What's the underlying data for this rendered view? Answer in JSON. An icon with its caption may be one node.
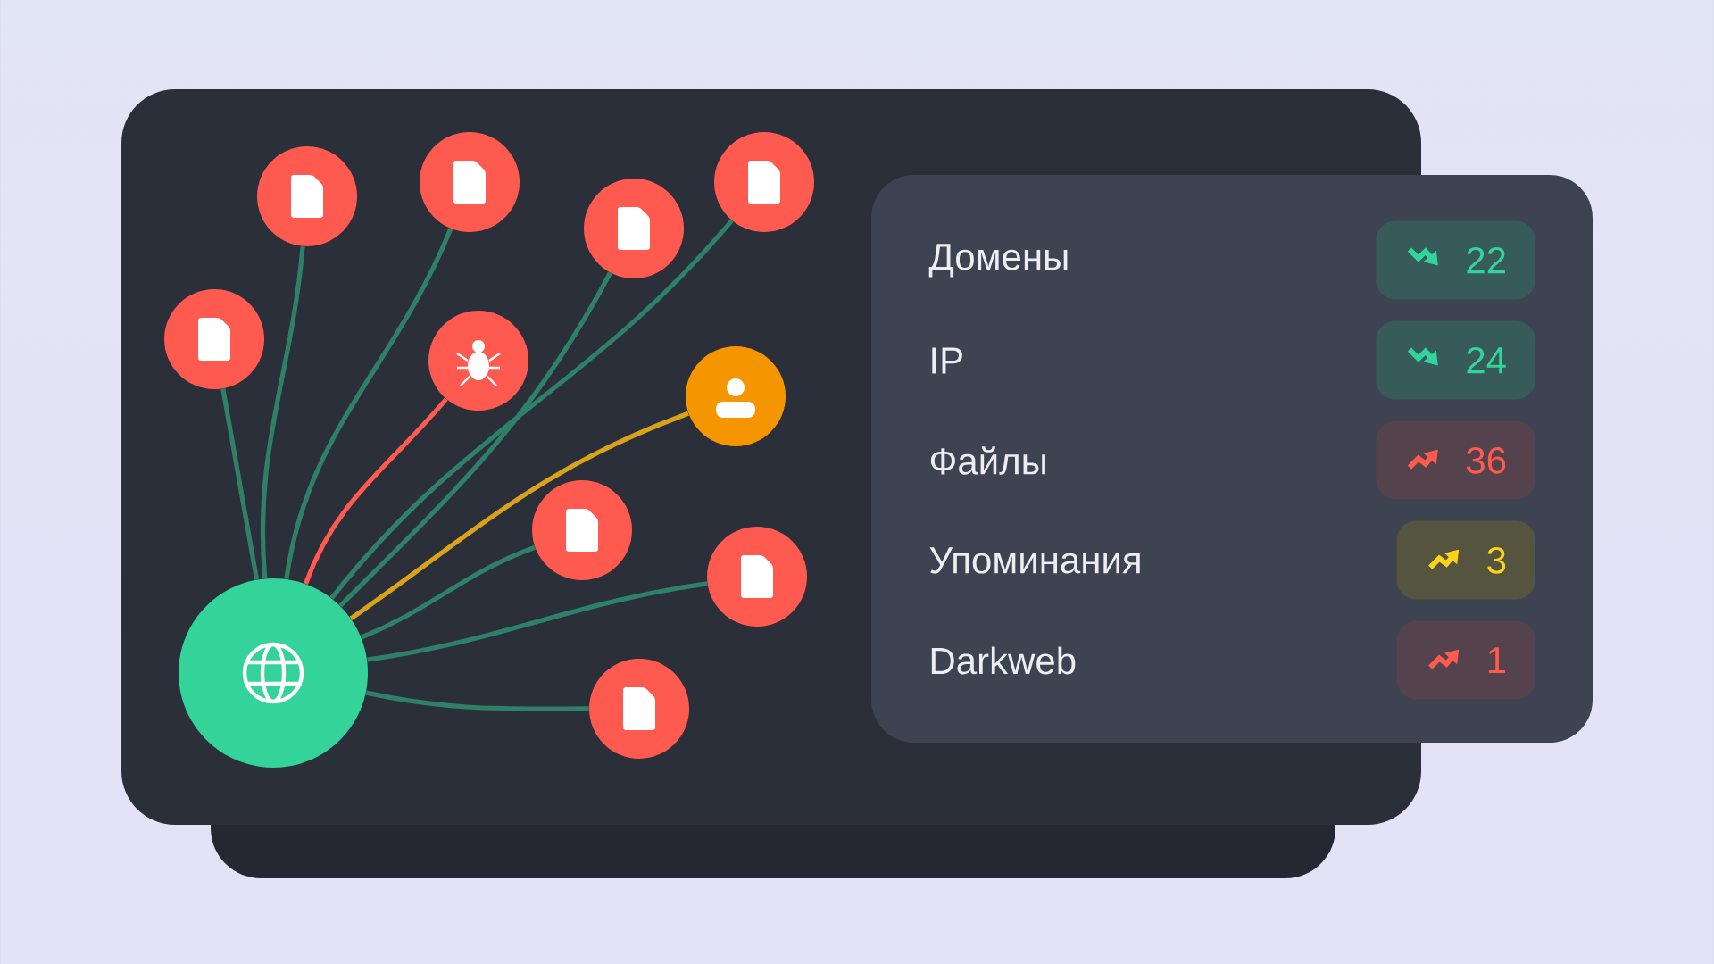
{
  "diagram": {
    "nodes": [
      {
        "text": [],
        "shape": "picture"
      },
      {
        "text": [],
        "shape": "picture"
      },
      {
        "text": [],
        "shape": "picture"
      },
      {
        "text": [],
        "shape": "picture"
      },
      {
        "text": [],
        "shape": "picture"
      },
      {
        "text": [],
        "shape": "picture"
      },
      {
        "text": [],
        "shape": "picture"
      },
      {
        "text": [],
        "shape": "picture"
      },
      {
        "text": [],
        "shape": "picture"
      },
      {
        "text": [],
        "shape": "picture"
      },
      {
        "text": [],
        "shape": "picture"
      },
      {
        "text": [],
        "shape": "box"
      },
      {
        "text": [
          "22"
        ],
        "in": 11
      },
      {
        "text": [
          "24"
        ],
        "in": 11
      },
      {
        "text": [
          "36"
        ],
        "in": 11
      },
      {
        "text": [
          "3"
        ],
        "in": 11
      },
      {
        "text": [
          "1"
        ],
        "in": 11
      }
    ],
    "labels": [
      "Домены",
      "IP",
      "Файлы",
      "Упоминания",
      "Darkweb"
    ],
    "edges": [
      {
        "from": 0,
        "to": 1,
        "arrow": "none"
      },
      {
        "from": 0,
        "to": 2,
        "arrow": "none"
      },
      {
        "from": 0,
        "to": 3,
        "arrow": "none"
      },
      {
        "from": 0,
        "to": 4,
        "arrow": "none"
      },
      {
        "from": 0,
        "to": 5,
        "arrow": "none"
      },
      {
        "from": 0,
        "to": 6,
        "arrow": "none",
        "color": "#ff5a4f"
      },
      {
        "from": 0,
        "to": 7,
        "arrow": "none",
        "color": "#d9a21b"
      },
      {
        "from": 0,
        "to": 8,
        "arrow": "none"
      },
      {
        "from": 0,
        "to": 9,
        "arrow": "none"
      },
      {
        "from": 0,
        "to": 10,
        "arrow": "none"
      }
    ]
  }
}
